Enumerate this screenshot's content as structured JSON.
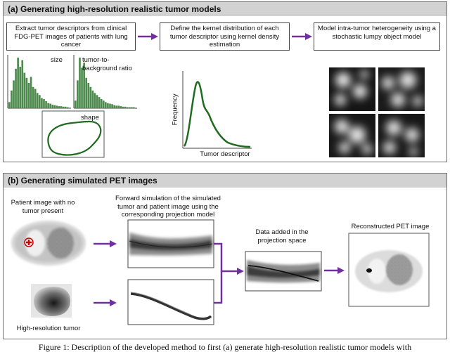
{
  "panel_a": {
    "title": "(a) Generating high-resolution realistic tumor models",
    "step1": "Extract tumor descriptors from clinical FDG-PET images of patients with lung cancer",
    "step2": "Define the kernel distribution of each tumor descriptor using kernel density estimation",
    "step3": "Model intra-tumor heterogeneity using a stochastic lumpy object model",
    "hist_size_label": "size",
    "hist_ratio_label": "tumor-to-background ratio",
    "shape_label": "shape",
    "kde_ylabel": "Frequency",
    "kde_xlabel": "Tumor descriptor"
  },
  "panel_b": {
    "title": "(b) Generating simulated PET images",
    "patient_label": "Patient image with no tumor present",
    "tumor_label": "High-resolution tumor",
    "forward_label": "Forward simulation of the simulated tumor and patient image using the corresponding projection model",
    "data_added_label": "Data added in the projection space",
    "recon_label": "Reconstructed PET image"
  },
  "caption": "Figure 1: Description of the developed method to first (a) generate high-resolution realistic tumor models with",
  "colors": {
    "arrow": "#7030a0",
    "hist_bar": "#4d8a4d",
    "curve": "#1f6b1f",
    "header": "#d2d2d2"
  }
}
